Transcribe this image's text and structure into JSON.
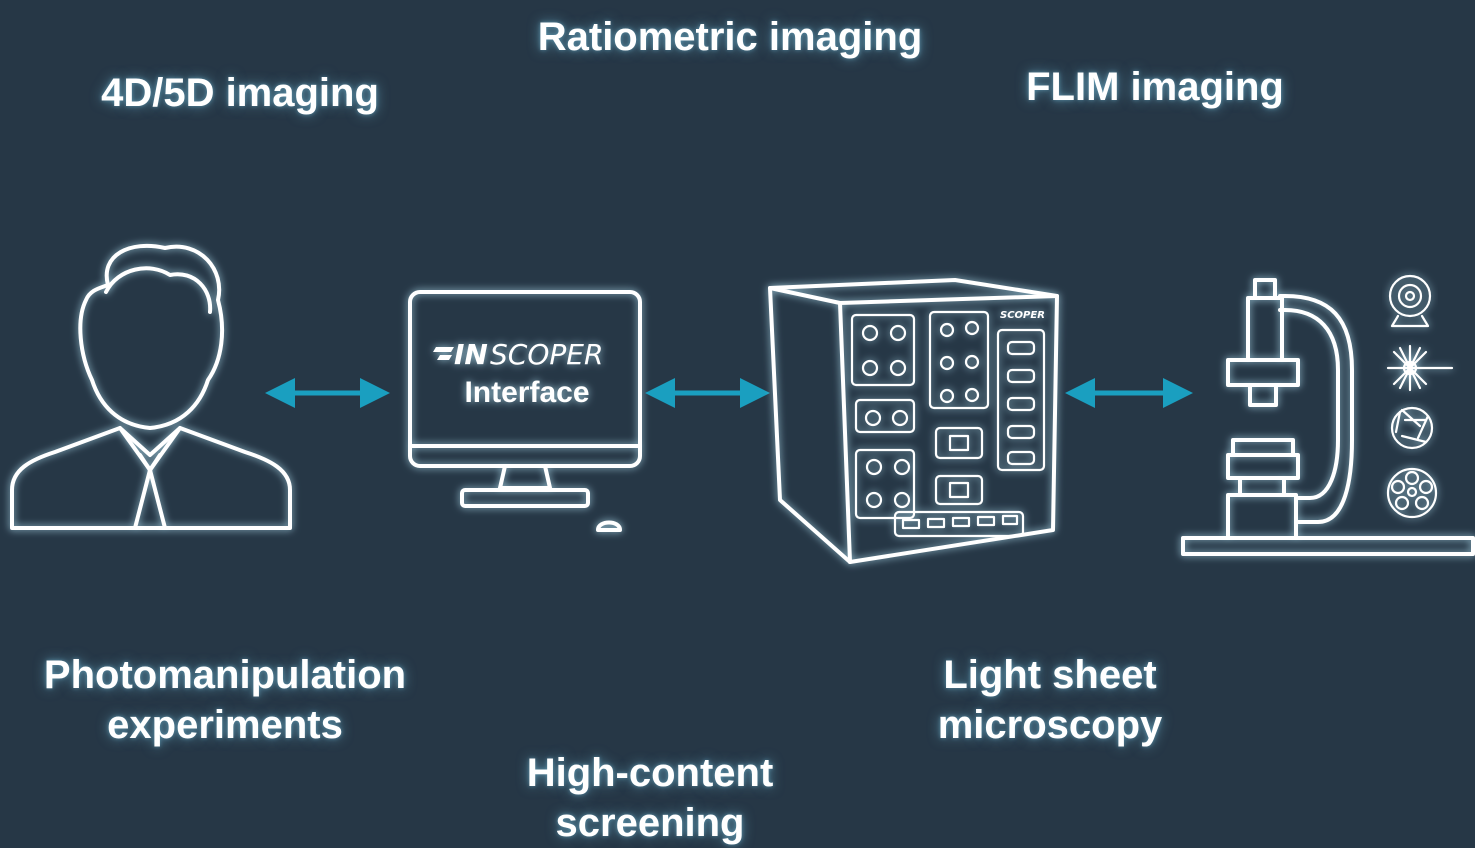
{
  "labels": {
    "ratiometric": "Ratiometric imaging",
    "imaging_4d5d": "4D/5D imaging",
    "flim": "FLIM imaging",
    "photomanipulation": [
      "Photomanipulation",
      "experiments"
    ],
    "light_sheet": [
      "Light sheet",
      "microscopy"
    ],
    "high_content": [
      "High-content",
      "screening"
    ]
  },
  "computer": {
    "brand_prefix": "IN",
    "brand_suffix": "SCOPER",
    "subtitle": "Interface"
  },
  "controller": {
    "brand": "SCOPER"
  },
  "colors": {
    "background": "#263746",
    "arrow": "#1a9fc0",
    "line": "#ffffff"
  },
  "icons": [
    "user-icon",
    "computer-icon",
    "controller-box-icon",
    "microscope-icon",
    "camera-icon",
    "laser-icon",
    "shutter-icon",
    "filter-wheel-icon"
  ]
}
